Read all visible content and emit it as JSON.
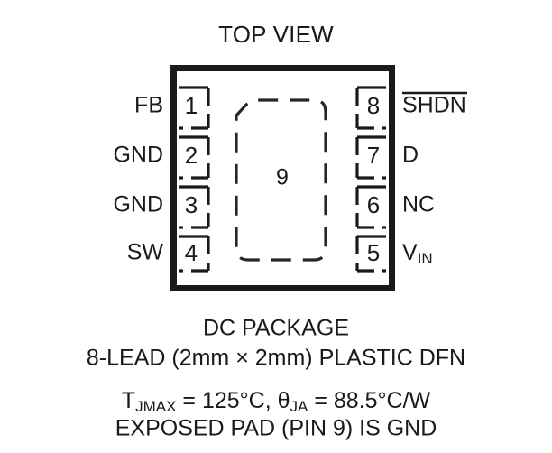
{
  "diagram": {
    "title": "TOP VIEW",
    "package_center_label": "9",
    "colors": {
      "ink": "#1a1a1a",
      "background": "#ffffff",
      "die_pad_stroke": "#262626"
    },
    "left_pins": [
      {
        "number": "1",
        "label": "FB"
      },
      {
        "number": "2",
        "label": "GND"
      },
      {
        "number": "3",
        "label": "GND"
      },
      {
        "number": "4",
        "label": "SW"
      }
    ],
    "right_pins": [
      {
        "number": "8",
        "label": "SHDN",
        "overbar": true
      },
      {
        "number": "7",
        "label": "D",
        "overbar": false
      },
      {
        "number": "6",
        "label": "NC",
        "overbar": false
      },
      {
        "number": "5",
        "label": "V",
        "subscript": "IN",
        "overbar": false
      }
    ],
    "captions": {
      "package_name": "DC PACKAGE",
      "package_description": "8-LEAD (2mm × 2mm) PLASTIC DFN",
      "thermal": {
        "t_symbol": "T",
        "t_subscript": "JMAX",
        "t_value": " = 125°C, ",
        "theta_symbol": "θ",
        "theta_subscript": "JA",
        "theta_value": " = 88.5°C/W"
      },
      "exposed_pad_note": "EXPOSED PAD (PIN 9) IS GND"
    }
  }
}
